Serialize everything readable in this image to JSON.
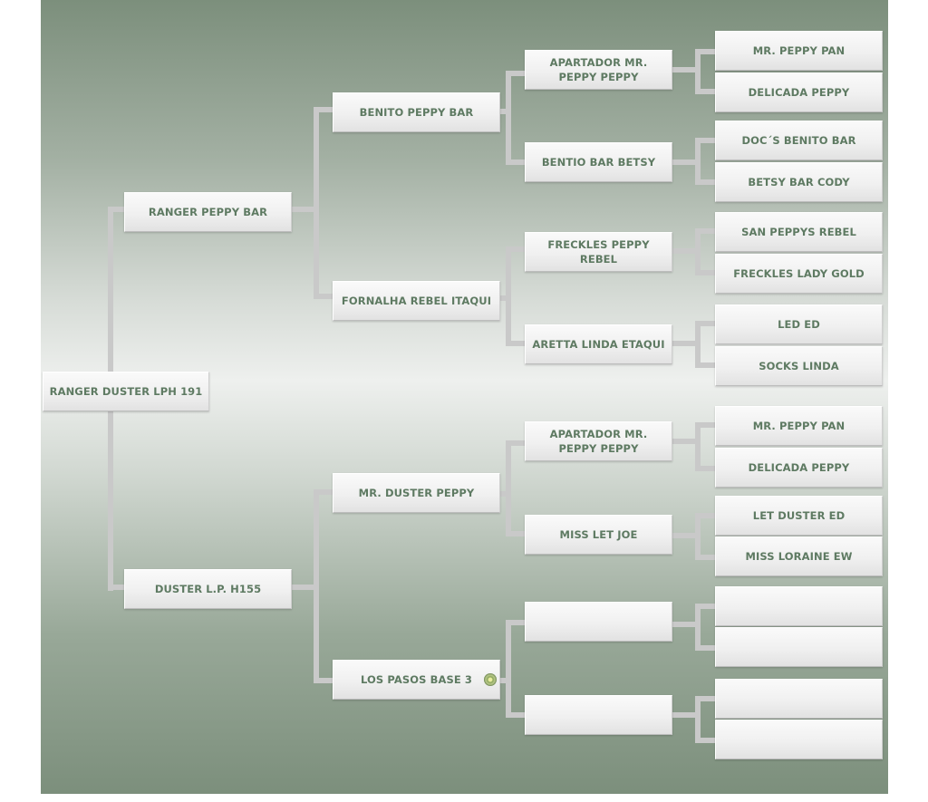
{
  "pedigree": {
    "subject": "RANGER DUSTER LPH 191",
    "sire": "RANGER PEPPY BAR",
    "dam": "DUSTER L.P. H155",
    "sire_sire": "BENITO PEPPY BAR",
    "sire_dam": "FORNALHA REBEL ITAQUI",
    "dam_sire": "MR. DUSTER PEPPY",
    "dam_dam": "LOS PASOS BASE 3",
    "gen3": [
      "APARTADOR MR. PEPPY PEPPY",
      "BENTIO BAR BETSY",
      "FRECKLES PEPPY REBEL",
      "ARETTA LINDA ETAQUI",
      "APARTADOR MR. PEPPY PEPPY",
      "MISS LET JOE",
      "",
      ""
    ],
    "gen4": [
      "MR. PEPPY PAN",
      "DELICADA PEPPY",
      "DOC´S BENITO BAR",
      "BETSY BAR CODY",
      "SAN PEPPYS REBEL",
      "FRECKLES LADY GOLD",
      "LED ED",
      "SOCKS LINDA",
      "MR. PEPPY PAN",
      "DELICADA PEPPY",
      "LET DUSTER ED",
      "MISS LORAINE EW",
      "",
      "",
      "",
      ""
    ]
  }
}
